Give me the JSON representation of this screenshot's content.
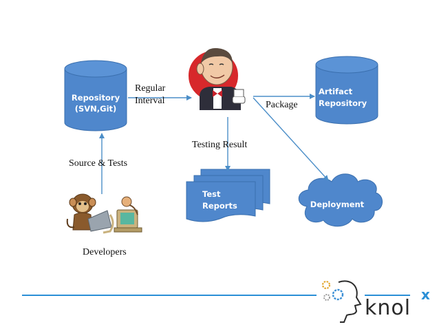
{
  "diagram": {
    "repository": {
      "line1": "Repository",
      "line2": "(SVN,Git)"
    },
    "artifact": {
      "line1": "Artifact",
      "line2": "Repository"
    },
    "reports": {
      "line1": "Test",
      "line2": "Reports"
    },
    "deployment": {
      "label": "Deployment"
    },
    "developers": {
      "label": "Developers"
    },
    "edges": {
      "regular": {
        "line1": "Regular",
        "line2": "Interval"
      },
      "package": "Package",
      "testing": "Testing Result",
      "source": "Source & Tests"
    }
  },
  "brand": {
    "name": "knol",
    "mark": "x"
  },
  "colors": {
    "shape_fill": "#4f87cc",
    "shape_stroke": "#3a6fae",
    "arrow": "#4b8ec8",
    "footer_line": "#2a8fd6",
    "brand_text": "#2b2b2b",
    "brand_x": "#2a8fd6",
    "mascot_red": "#d7282b"
  },
  "icons": [
    "jenkins-butler-icon",
    "developers-icon",
    "knolx-head-icon"
  ]
}
